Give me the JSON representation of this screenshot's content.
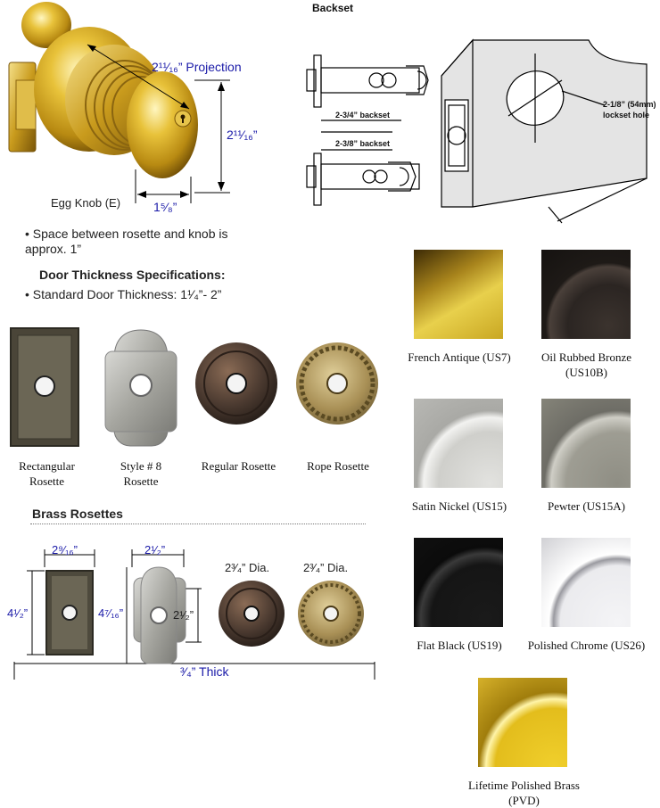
{
  "knob": {
    "projection_label": "2¹¹⁄₁₆” Projection",
    "height_label": "2¹¹⁄₁₆”",
    "width_label": "1⁵⁄₈”",
    "model_label": "Egg Knob (E)"
  },
  "backset": {
    "title": "Backset",
    "dim_a": "2-3/4” backset",
    "dim_b": "2-3/8” backset",
    "hole_label": "2-1/8” (54mm) lockset hole"
  },
  "notes": {
    "space_note": "• Space between rosette and knob is approx. 1”",
    "door_heading": "Door Thickness Specifications:",
    "door_standard": "• Standard Door Thickness: 1¹⁄₄”- 2”"
  },
  "rosettes": [
    {
      "name": "Rectangular Rosette"
    },
    {
      "name": "Style # 8 Rosette"
    },
    {
      "name": "Regular Rosette"
    },
    {
      "name": "Rope Rosette"
    }
  ],
  "brass_rosettes": {
    "heading": "Brass Rosettes",
    "rect_width": "2⁹⁄₁₆”",
    "rect_height": "4¹⁄₂”",
    "style8_width": "2¹⁄₂”",
    "style8_height": "4⁷⁄₁₆”",
    "style8_inner": "2¹⁄₂”",
    "regular_dia": "2³⁄₄” Dia.",
    "rope_dia": "2³⁄₄” Dia.",
    "thick": "³⁄₄” Thick"
  },
  "finishes": [
    {
      "name": "French Antique (US7)",
      "color": "#7a5d12"
    },
    {
      "name": "Oil Rubbed Bronze (US10B)",
      "color": "#2b2522"
    },
    {
      "name": "Satin Nickel (US15)",
      "color": "#c9c9c6"
    },
    {
      "name": "Pewter (US15A)",
      "color": "#9e9d93"
    },
    {
      "name": "Flat Black (US19)",
      "color": "#151515"
    },
    {
      "name": "Polished Chrome (US26)",
      "color": "#e8e8ea"
    },
    {
      "name": "Lifetime Polished Brass (PVD)",
      "color": "#d8b52a"
    }
  ]
}
